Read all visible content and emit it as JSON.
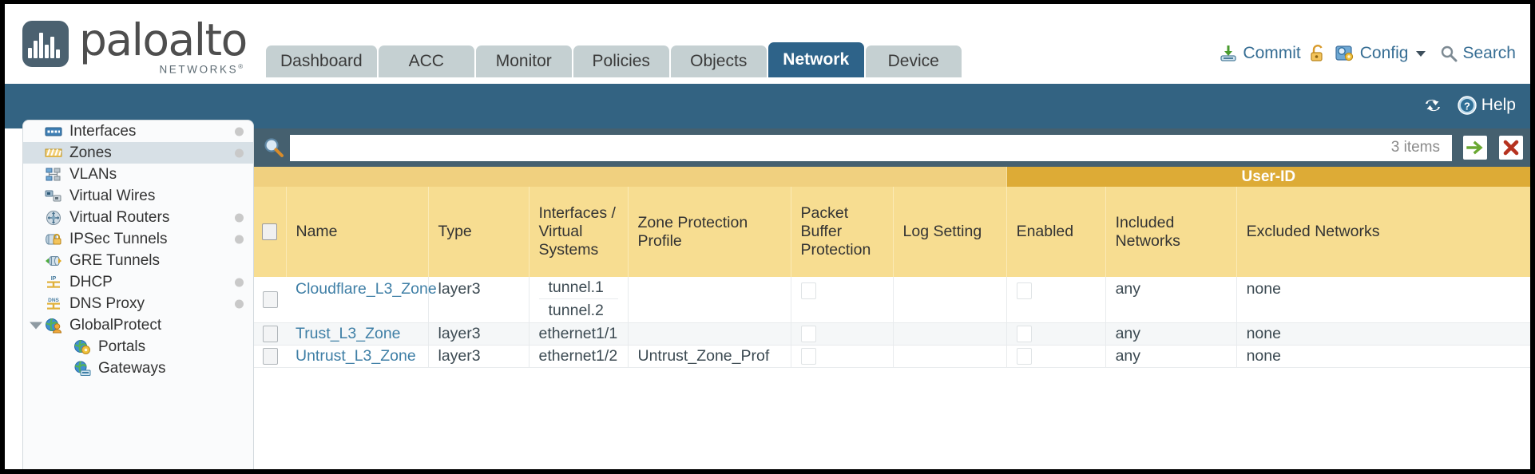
{
  "header": {
    "brand_word": "paloalto",
    "brand_sub": "NETWORKS",
    "brand_sub_mark": "®",
    "tabs": [
      {
        "label": "Dashboard",
        "active": false
      },
      {
        "label": "ACC",
        "active": false
      },
      {
        "label": "Monitor",
        "active": false
      },
      {
        "label": "Policies",
        "active": false
      },
      {
        "label": "Objects",
        "active": false
      },
      {
        "label": "Network",
        "active": true
      },
      {
        "label": "Device",
        "active": false
      }
    ],
    "actions": [
      {
        "label": "Commit",
        "icon": "commit-save-icon"
      },
      {
        "label": "",
        "icon": "unlock-padlock-icon"
      },
      {
        "label": "Config",
        "icon": "config-wrench-icon",
        "caret": true
      },
      {
        "label": "Search",
        "icon": "search-magnifier-icon"
      }
    ]
  },
  "blueband": {
    "refresh_label": "",
    "help_label": "Help"
  },
  "sidebar": {
    "items": [
      {
        "label": "Interfaces",
        "icon": "interfaces-icon",
        "dot": true,
        "child": false,
        "selected": false,
        "caret": false
      },
      {
        "label": "Zones",
        "icon": "zones-icon",
        "dot": true,
        "child": false,
        "selected": true,
        "caret": false
      },
      {
        "label": "VLANs",
        "icon": "vlans-icon",
        "dot": false,
        "child": false,
        "selected": false,
        "caret": false
      },
      {
        "label": "Virtual Wires",
        "icon": "virtual-wires-icon",
        "dot": false,
        "child": false,
        "selected": false,
        "caret": false
      },
      {
        "label": "Virtual Routers",
        "icon": "virtual-routers-icon",
        "dot": true,
        "child": false,
        "selected": false,
        "caret": false
      },
      {
        "label": "IPSec Tunnels",
        "icon": "ipsec-tunnels-icon",
        "dot": true,
        "child": false,
        "selected": false,
        "caret": false
      },
      {
        "label": "GRE Tunnels",
        "icon": "gre-tunnels-icon",
        "dot": false,
        "child": false,
        "selected": false,
        "caret": false
      },
      {
        "label": "DHCP",
        "icon": "dhcp-icon",
        "dot": true,
        "child": false,
        "selected": false,
        "caret": false
      },
      {
        "label": "DNS Proxy",
        "icon": "dns-proxy-icon",
        "dot": true,
        "child": false,
        "selected": false,
        "caret": false
      },
      {
        "label": "GlobalProtect",
        "icon": "globalprotect-icon",
        "dot": false,
        "child": false,
        "selected": false,
        "caret": true
      },
      {
        "label": "Portals",
        "icon": "portals-icon",
        "dot": false,
        "child": true,
        "selected": false,
        "caret": false
      },
      {
        "label": "Gateways",
        "icon": "gateways-icon",
        "dot": false,
        "child": true,
        "selected": false,
        "caret": false
      }
    ]
  },
  "search": {
    "value": "",
    "placeholder": "",
    "items_count": "3 items",
    "apply_icon": "apply-filter-arrow-icon",
    "clear_icon": "clear-filter-x-icon",
    "magnifier_icon": "search-magnifier-icon"
  },
  "table": {
    "group_headers": [
      {
        "label": "",
        "span": 6,
        "highlight": false
      },
      {
        "label": "User-ID",
        "span": 3,
        "highlight": true
      }
    ],
    "columns": [
      "Name",
      "Type",
      "Interfaces / Virtual Systems",
      "Zone Protection Profile",
      "Packet Buffer Protection",
      "Log Setting",
      "Enabled",
      "Included Networks",
      "Excluded Networks"
    ],
    "rows": [
      {
        "selected": false,
        "name": "Cloudflare_L3_Zone",
        "type": "layer3",
        "interfaces": [
          "tunnel.1",
          "tunnel.2"
        ],
        "zone_protection_profile": "",
        "packet_buffer_protection": false,
        "log_setting": "",
        "userid_enabled": false,
        "included_networks": "any",
        "excluded_networks": "none"
      },
      {
        "selected": false,
        "name": "Trust_L3_Zone",
        "type": "layer3",
        "interfaces": [
          "ethernet1/1"
        ],
        "zone_protection_profile": "",
        "packet_buffer_protection": false,
        "log_setting": "",
        "userid_enabled": false,
        "included_networks": "any",
        "excluded_networks": "none"
      },
      {
        "selected": false,
        "name": "Untrust_L3_Zone",
        "type": "layer3",
        "interfaces": [
          "ethernet1/2"
        ],
        "zone_protection_profile": "Untrust_Zone_Prof",
        "packet_buffer_protection": false,
        "log_setting": "",
        "userid_enabled": false,
        "included_networks": "any",
        "excluded_networks": "none"
      }
    ]
  },
  "colors": {
    "nav_active": "#2e6389",
    "nav_inactive": "#c5d0d2",
    "blue_band": "#336382",
    "search_band": "#45606f",
    "table_header": "#f7dd91",
    "table_group_header": "#ddab36",
    "link": "#3f7fa6",
    "sidebar_selected": "#d7e0e6"
  }
}
